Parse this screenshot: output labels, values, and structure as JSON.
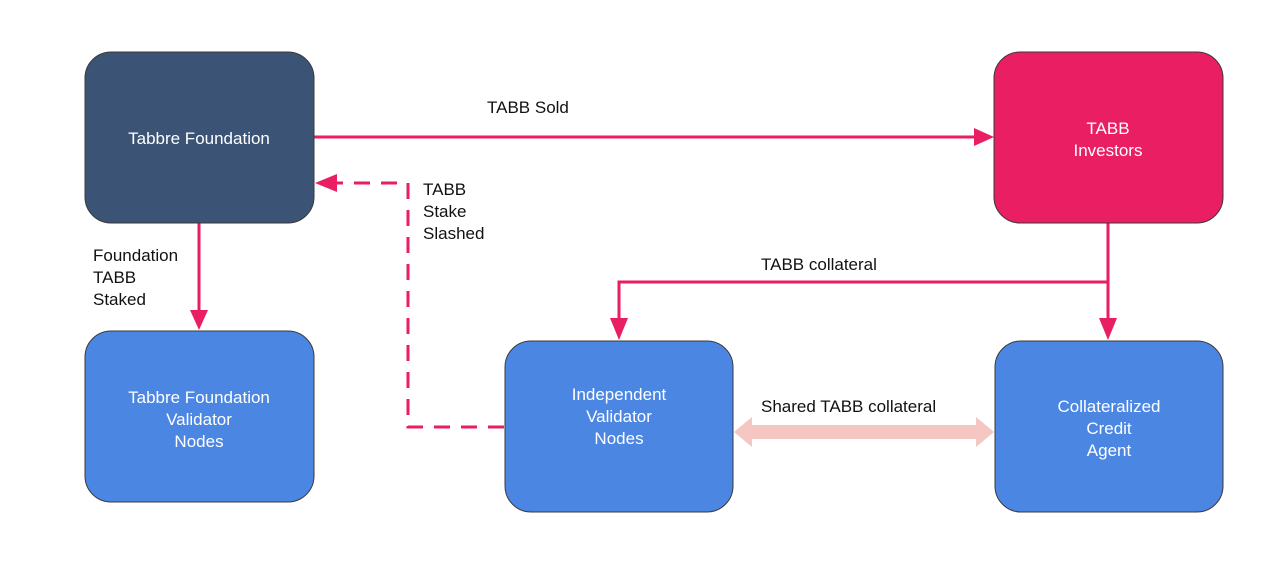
{
  "colors": {
    "foundation": "#3b5475",
    "investors": "#e91e63",
    "validator": "#4b86e3",
    "arrow": "#e91e63",
    "shared_arrow": "#f4c7c3"
  },
  "nodes": {
    "foundation": {
      "lines": [
        "Tabbre Foundation"
      ]
    },
    "investors": {
      "lines": [
        "TABB",
        "Investors"
      ]
    },
    "foundation_validators": {
      "lines": [
        "Tabbre Foundation",
        "Validator",
        "Nodes"
      ]
    },
    "independent_validators": {
      "lines": [
        "Independent",
        "Validator",
        "Nodes"
      ]
    },
    "credit_agent": {
      "lines": [
        "Collateralized",
        "Credit",
        "Agent"
      ]
    }
  },
  "edges": {
    "tabb_sold": {
      "lines": [
        "TABB Sold"
      ]
    },
    "stake_slashed": {
      "lines": [
        "TABB",
        "Stake",
        "Slashed"
      ]
    },
    "foundation_staked": {
      "lines": [
        "Foundation",
        "TABB",
        "Staked"
      ]
    },
    "tabb_collateral": {
      "lines": [
        "TABB collateral"
      ]
    },
    "shared_collateral": {
      "lines": [
        "Shared TABB collateral"
      ]
    }
  }
}
